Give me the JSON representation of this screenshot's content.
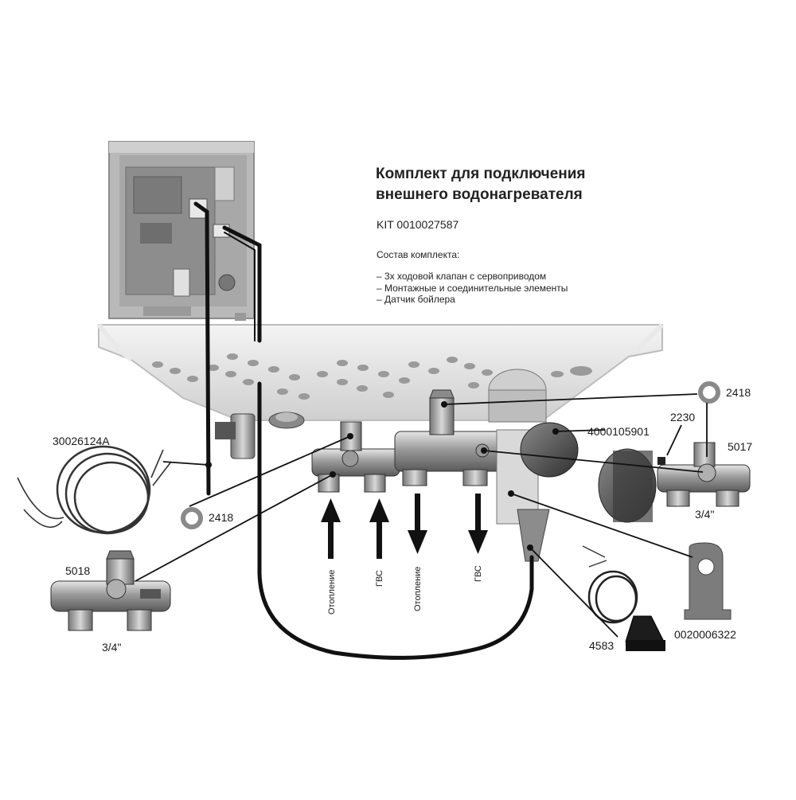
{
  "title_line1": "Комплект для подключения",
  "title_line2": "внешнего водонагревателя",
  "kit_code": "KIT 0010027587",
  "composition_heading": "Состав комплекта:",
  "composition_items": [
    "– 3х ходовой клапан с сервоприводом",
    "– Монтажные и соединительные элементы",
    "– Датчик бойлера"
  ],
  "part_labels": {
    "sensor_cable": "30026124A",
    "gasket_right": "2418",
    "gasket_left": "2418",
    "valve_part": "4000105901",
    "clip": "2230",
    "right_fitting": "5017",
    "right_thread": "3/4\"",
    "left_fitting": "5018",
    "left_thread": "3/4\"",
    "boiler_sensor": "4583",
    "bracket": "0020006322"
  },
  "flow_labels": [
    "Отопление",
    "ГВС",
    "Отопление",
    "ГВС"
  ]
}
